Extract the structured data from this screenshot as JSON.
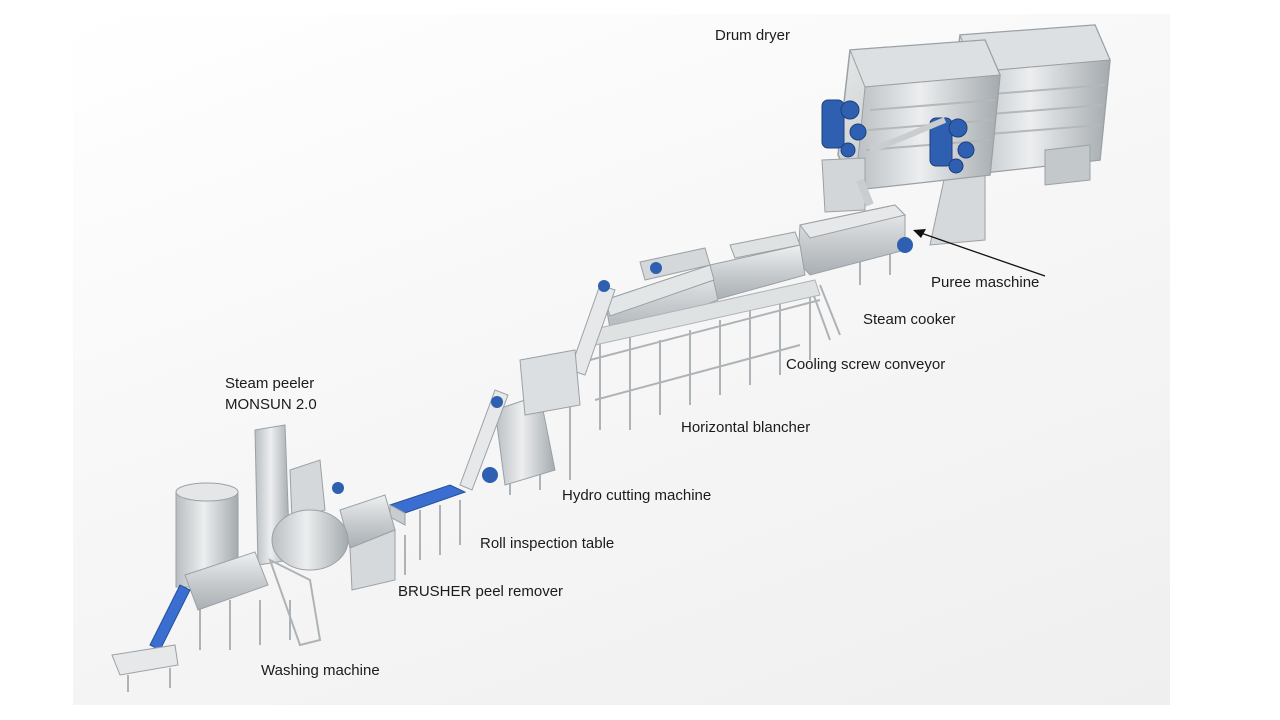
{
  "labels": {
    "drum_dryer": "Drum dryer",
    "puree_machine": "Puree maschine",
    "steam_cooker": "Steam cooker",
    "cooling_screw_conveyor": "Cooling screw conveyor",
    "horizontal_blancher": "Horizontal blancher",
    "hydro_cutting_machine": "Hydro cutting machine",
    "roll_inspection_table": "Roll inspection table",
    "brusher_peel_remover": "BRUSHER peel remover",
    "washing_machine": "Washing machine",
    "steam_peeler_line1": "Steam peeler",
    "steam_peeler_line2": "MONSUN 2.0"
  },
  "colors": {
    "steel": "#cfd3d6",
    "steel_dark": "#9aa1a6",
    "motor_blue": "#2f5fb0",
    "belt_blue": "#3a6fd1"
  }
}
